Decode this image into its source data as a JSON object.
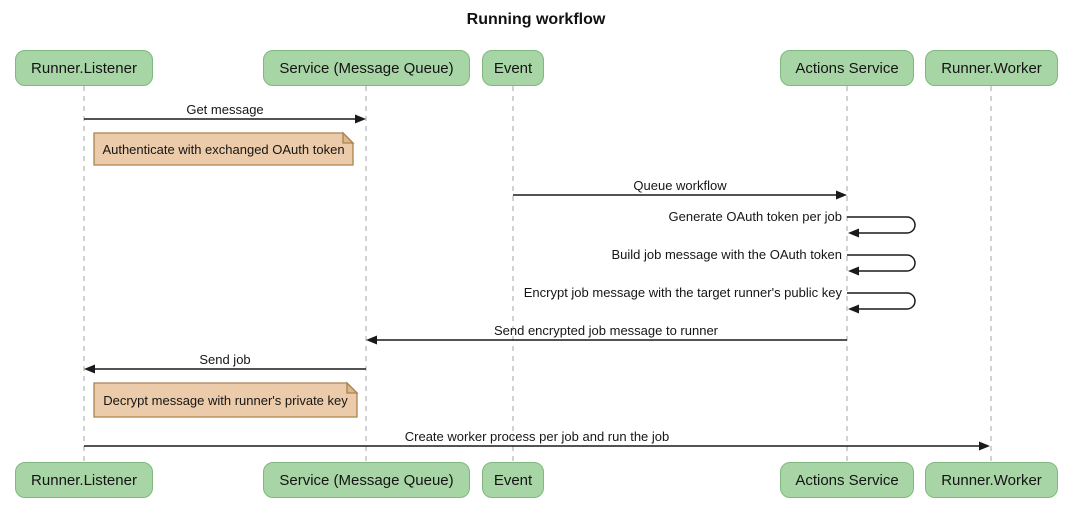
{
  "title": "Running workflow",
  "participants": [
    {
      "id": "runner-listener",
      "label": "Runner.Listener"
    },
    {
      "id": "service-message-queue",
      "label": "Service (Message Queue)"
    },
    {
      "id": "event",
      "label": "Event"
    },
    {
      "id": "actions-service",
      "label": "Actions Service"
    },
    {
      "id": "runner-worker",
      "label": "Runner.Worker"
    }
  ],
  "messages": [
    {
      "label": "Get message",
      "from": "Runner.Listener",
      "to": "Service (Message Queue)",
      "self": false
    },
    {
      "label": "Queue workflow",
      "from": "Event",
      "to": "Actions Service",
      "self": false
    },
    {
      "label": "Generate OAuth token per job",
      "from": "Actions Service",
      "to": "Actions Service",
      "self": true
    },
    {
      "label": "Build job message with the OAuth token",
      "from": "Actions Service",
      "to": "Actions Service",
      "self": true
    },
    {
      "label": "Encrypt job message with the target runner's public key",
      "from": "Actions Service",
      "to": "Actions Service",
      "self": true
    },
    {
      "label": "Send encrypted job message to runner",
      "from": "Actions Service",
      "to": "Service (Message Queue)",
      "self": false
    },
    {
      "label": "Send job",
      "from": "Service (Message Queue)",
      "to": "Runner.Listener",
      "self": false
    },
    {
      "label": "Create worker process per job and run the job",
      "from": "Runner.Listener",
      "to": "Runner.Worker",
      "self": false
    }
  ],
  "notes": [
    {
      "text": "Authenticate with exchanged OAuth token",
      "anchor": "Runner.Listener"
    },
    {
      "text": "Decrypt message with runner's private key",
      "anchor": "Runner.Listener"
    }
  ],
  "colors": {
    "participant_fill": "#a8d5a6",
    "participant_border": "#7fb77e",
    "note_fill": "#ebcba9",
    "note_fold": "#ddb68c",
    "note_border": "#a9824f",
    "message_line": "#1a1a1a",
    "lifeline": "#a6a6a6"
  }
}
